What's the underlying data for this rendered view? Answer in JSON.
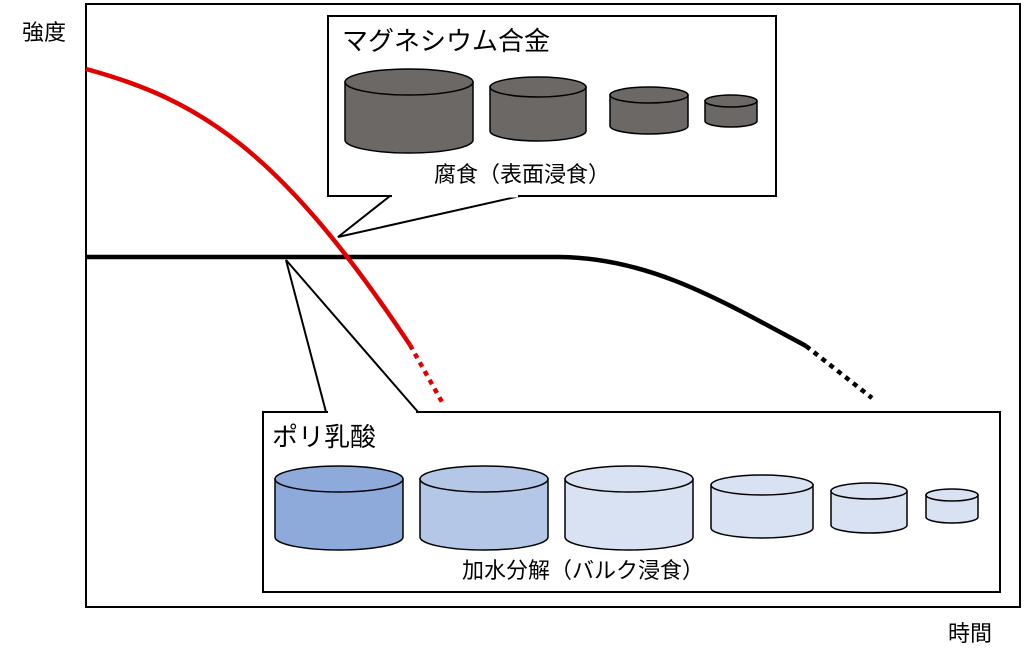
{
  "axes": {
    "y_label": "強度",
    "x_label": "時間"
  },
  "magnesium": {
    "title": "マグネシウム合金",
    "caption": "腐食（表面浸食）",
    "curve_color": "#e00000",
    "cylinder_color": "#6b6866"
  },
  "pla": {
    "title": "ポリ乳酸",
    "caption": "加水分解（バルク浸食）",
    "curve_color": "#000000",
    "cylinder_colors": [
      "#8eaadb",
      "#b4c7e7",
      "#d9e2f3",
      "#d9e2f3",
      "#d9e2f3",
      "#d9e2f3"
    ]
  }
}
